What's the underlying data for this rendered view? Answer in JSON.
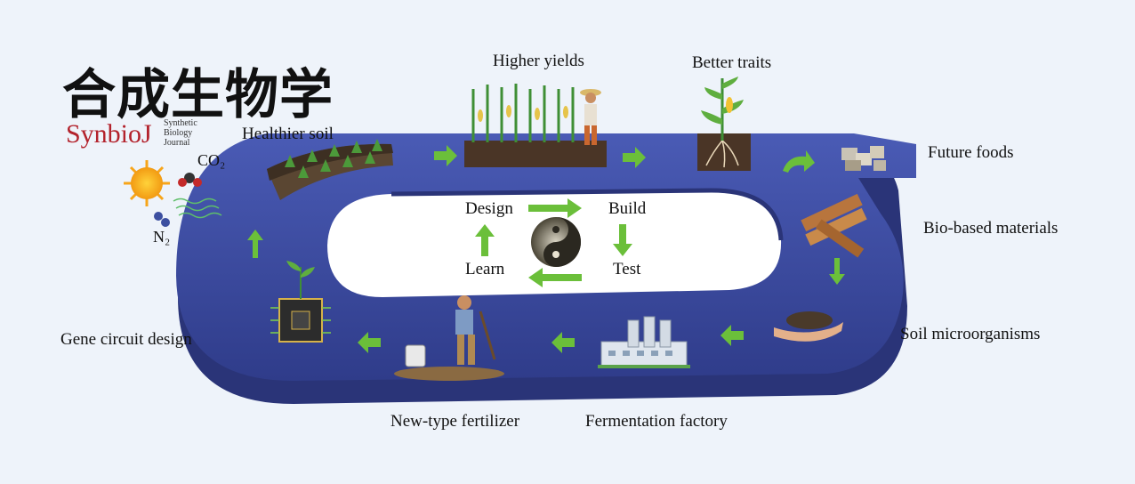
{
  "logo": {
    "chinese_title": "合成生物学",
    "brand": "SynbioJ",
    "subtitle_lines": [
      "Synthetic",
      "Biology",
      "Journal"
    ]
  },
  "chemicals": {
    "co2": "CO₂",
    "n2": "N₂"
  },
  "stages": {
    "healthier_soil": "Healthier soil",
    "higher_yields": "Higher yields",
    "better_traits": "Better traits",
    "future_foods": "Future foods",
    "bio_based_materials": "Bio-based materials",
    "soil_microorganisms": "Soil microorganisms",
    "fermentation_factory": "Fermentation factory",
    "new_type_fertilizer": "New-type fertilizer",
    "gene_circuit_design": "Gene circuit design"
  },
  "dbtl_cycle": {
    "design": "Design",
    "build": "Build",
    "test": "Test",
    "learn": "Learn"
  },
  "colors": {
    "track": "#3d4da3",
    "track_dark": "#2a3478",
    "arrow": "#6bbf3a",
    "background": "#eef3fa",
    "brand_red": "#b3222c"
  }
}
